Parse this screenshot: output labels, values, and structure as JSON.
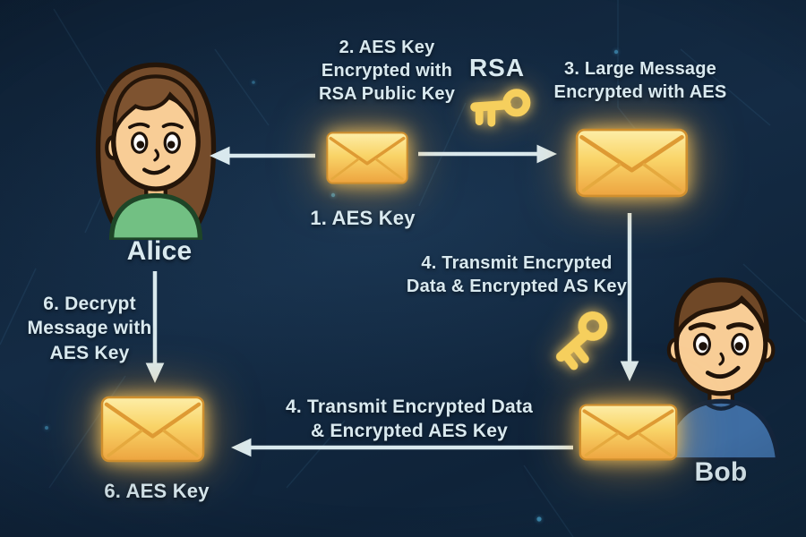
{
  "scene": {
    "description": "Hybrid RSA + AES encryption message flow between Alice and Bob",
    "background_color": "#13293f",
    "text_color": "#d9e9ef",
    "labels": {
      "step1": "1. AES Key",
      "step2": "2. AES Key\nEncrypted with\nRSA Public Key",
      "rsa": "RSA",
      "step3": "3. Large Message\nEncrypted with AES",
      "step4_right": "4. Transmit Encrypted\nData & Encrypted AS Key",
      "step4_bottom": "4.  Transmit Encrypted Data\n& Encrypted AES Key",
      "step6_left": "6. Decrypt\nMessage with\nAES Key",
      "step6_bottom": "6. AES Key"
    },
    "characters": {
      "alice": "Alice",
      "bob": "Bob"
    },
    "icons": {
      "envelope_color": "#f8d168",
      "key_color": "#f6cf5d",
      "arrow_color": "#d9e9ee"
    }
  }
}
